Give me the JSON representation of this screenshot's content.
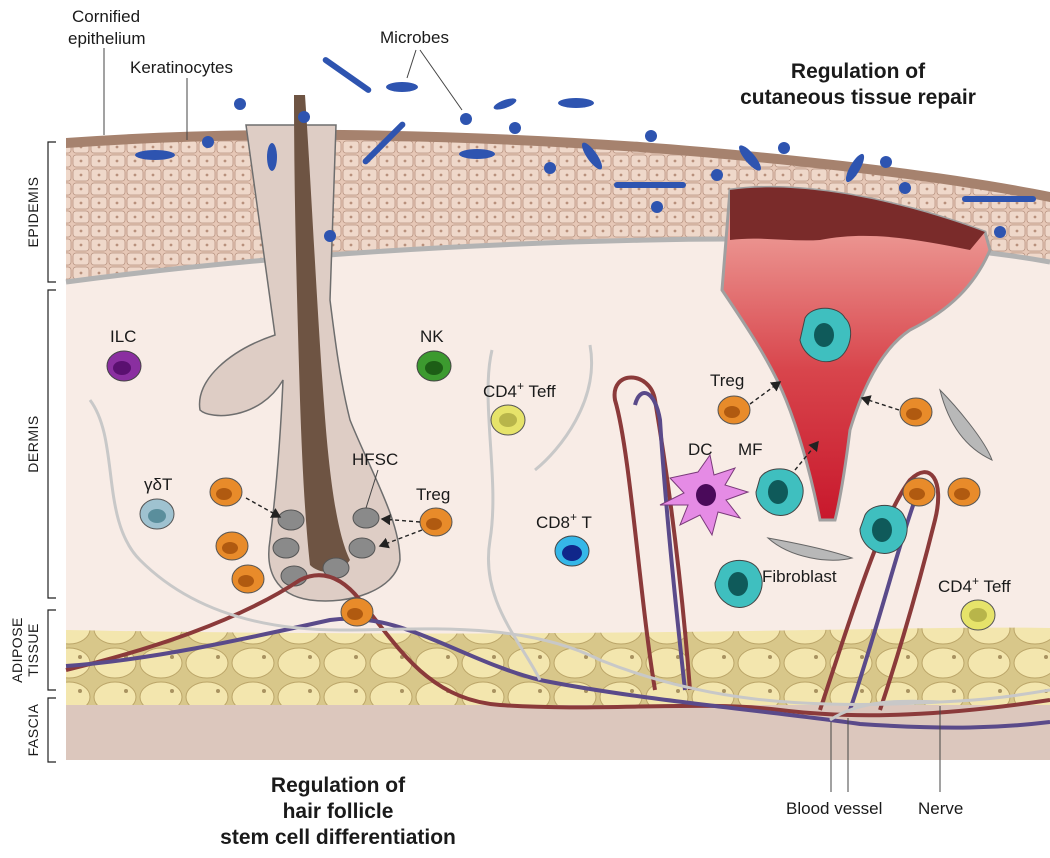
{
  "labels": {
    "cornified_line1": "Cornified",
    "cornified_line2": "epithelium",
    "keratinocytes": "Keratinocytes",
    "microbes": "Microbes",
    "repair_line1": "Regulation of",
    "repair_line2": "cutaneous tissue repair",
    "ilc": "ILC",
    "nk": "NK",
    "cd4_teff_main": "CD4",
    "cd4_teff_sup": "+",
    "cd4_teff_tail": " Teff",
    "treg_wound": "Treg",
    "hfsc": "HFSC",
    "gdt": "γδT",
    "treg_follicle": "Treg",
    "dc": "DC",
    "mf": "MF",
    "cd8_main": "CD8",
    "cd8_sup": "+",
    "cd8_tail": " T",
    "fibroblast": "Fibroblast",
    "cd4_teff2_main": "CD4",
    "cd4_teff2_sup": "+",
    "cd4_teff2_tail": " Teff",
    "blood_vessel": "Blood vessel",
    "nerve": "Nerve",
    "hair_line1": "Regulation of",
    "hair_line2": "hair follicle",
    "hair_line3": "stem cell differentiation"
  },
  "layers": {
    "epidermis": "EPIDEMIS",
    "dermis": "DERMIS",
    "adipose_line1": "ADIPOSE",
    "adipose_line2": "TISSUE",
    "fascia": "FASCIA"
  },
  "colors": {
    "epidermis": "#e6c7b6",
    "dermis": "#f8ece6",
    "adipose": "#f1e3a8",
    "fascia": "#dcc7bd",
    "hair": "#6e5443",
    "follicle": "#decdc5",
    "wound": "#c8243a",
    "microbe": "#2e54b0",
    "treg": "#e88b2a",
    "ilc": "#8a2fa0",
    "nk": "#3c9a2f",
    "cd4_teff": "#e6e36a",
    "cd8": "#1a5ad0",
    "gdt": "#9fc2d0",
    "dc": "#e58be5",
    "mf": "#3fbfbf",
    "blood_vessel": "#8b3a3a",
    "vein": "#5a4a8a",
    "nerve": "#c8c8c8"
  }
}
